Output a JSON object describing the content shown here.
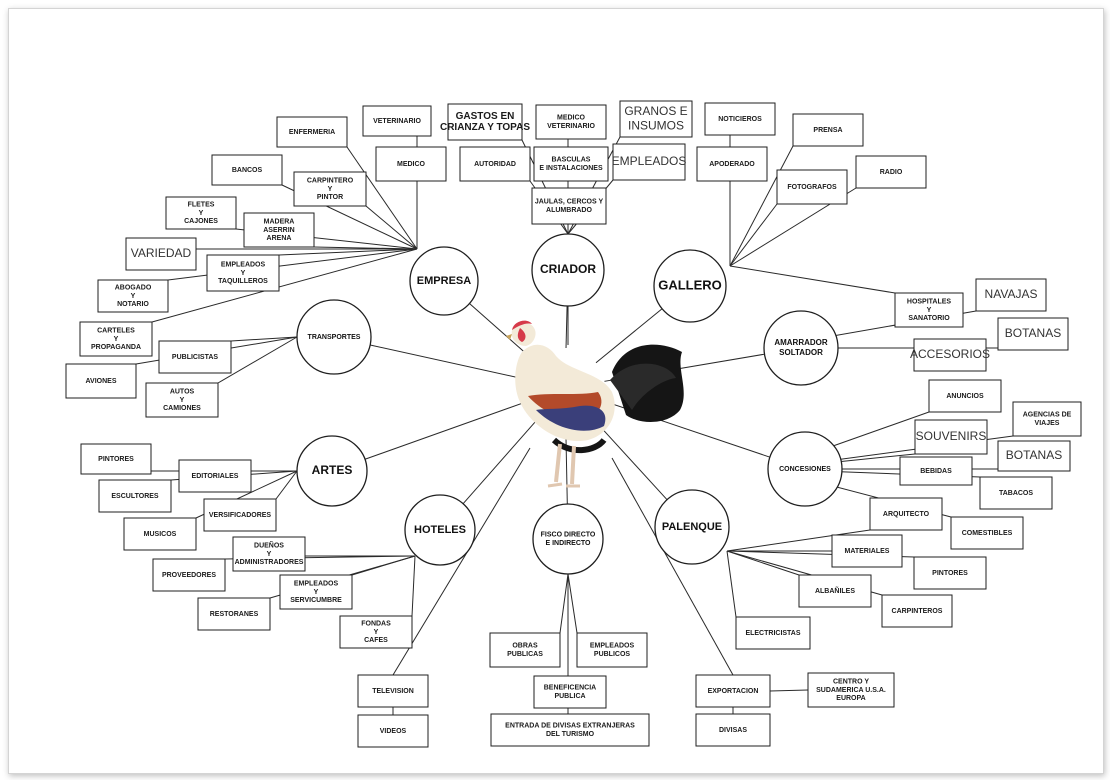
{
  "hubs": [
    {
      "id": "empresa",
      "label": [
        "EMPRESA"
      ]
    },
    {
      "id": "criador",
      "label": [
        "CRIADOR"
      ]
    },
    {
      "id": "gallero",
      "label": [
        "GALLERO"
      ]
    },
    {
      "id": "transportes",
      "label": [
        "TRANSPORTES"
      ]
    },
    {
      "id": "amarrador",
      "label": [
        "AMARRADOR",
        "SOLTADOR"
      ]
    },
    {
      "id": "artes",
      "label": [
        "ARTES"
      ]
    },
    {
      "id": "concesiones",
      "label": [
        "CONCESIONES"
      ]
    },
    {
      "id": "hoteles",
      "label": [
        "HOTELES"
      ]
    },
    {
      "id": "fisco",
      "label": [
        "FISCO DIRECTO",
        "E INDIRECTO"
      ]
    },
    {
      "id": "palenque",
      "label": [
        "PALENQUE"
      ]
    }
  ],
  "boxes": [
    {
      "id": "enfermeria",
      "hub": "empresa",
      "label": [
        "ENFERMERIA"
      ]
    },
    {
      "id": "veterinario",
      "hub": "empresa",
      "label": [
        "VETERINARIO"
      ]
    },
    {
      "id": "medico_e",
      "hub": "empresa",
      "label": [
        "MEDICO"
      ]
    },
    {
      "id": "bancos",
      "hub": "empresa",
      "label": [
        "BANCOS"
      ]
    },
    {
      "id": "carpintero",
      "hub": "empresa",
      "label": [
        "CARPINTERO",
        "Y",
        "PINTOR"
      ]
    },
    {
      "id": "fletes",
      "hub": "empresa",
      "label": [
        "FLETES",
        "Y",
        "CAJONES"
      ]
    },
    {
      "id": "madera",
      "hub": "empresa",
      "label": [
        "MADERA",
        "ASERRIN",
        "ARENA"
      ]
    },
    {
      "id": "variedad",
      "hub": "empresa",
      "label": [
        "VARIEDAD"
      ]
    },
    {
      "id": "empleados_t",
      "hub": "empresa",
      "label": [
        "EMPLEADOS",
        "Y",
        "TAQUILLEROS"
      ]
    },
    {
      "id": "abogado",
      "hub": "empresa",
      "label": [
        "ABOGADO",
        "Y",
        "NOTARIO"
      ]
    },
    {
      "id": "carteles",
      "hub": "empresa",
      "label": [
        "CARTELES",
        "Y",
        "PROPAGANDA"
      ]
    },
    {
      "id": "gastos",
      "hub": "criador",
      "label": [
        "GASTOS EN",
        "CRIANZA Y TOPAS"
      ]
    },
    {
      "id": "medico_v",
      "hub": "criador",
      "label": [
        "MEDICO",
        "VETERINARIO"
      ]
    },
    {
      "id": "granos",
      "hub": "criador",
      "label": [
        "GRANOS E",
        "INSUMOS"
      ]
    },
    {
      "id": "autoridad",
      "hub": "criador",
      "label": [
        "AUTORIDAD"
      ]
    },
    {
      "id": "basculas",
      "hub": "criador",
      "label": [
        "BASCULAS",
        "E INSTALACIONES"
      ]
    },
    {
      "id": "empleados_c",
      "hub": "criador",
      "label": [
        "EMPLEADOS"
      ]
    },
    {
      "id": "jaulas",
      "hub": "criador",
      "label": [
        "JAULAS, CERCOS Y",
        "ALUMBRADO"
      ]
    },
    {
      "id": "noticieros",
      "hub": "gallero",
      "label": [
        "NOTICIEROS"
      ]
    },
    {
      "id": "prensa",
      "hub": "gallero",
      "label": [
        "PRENSA"
      ]
    },
    {
      "id": "apoderado",
      "hub": "gallero",
      "label": [
        "APODERADO"
      ]
    },
    {
      "id": "radio",
      "hub": "gallero",
      "label": [
        "RADIO"
      ]
    },
    {
      "id": "fotografos",
      "hub": "gallero",
      "label": [
        "FOTOGRAFOS"
      ]
    },
    {
      "id": "hospitales",
      "hub": "gallero",
      "label": [
        "HOSPITALES",
        "Y",
        "SANATORIO"
      ]
    },
    {
      "id": "navajas",
      "hub": "amarrador",
      "label": [
        "NAVAJAS"
      ]
    },
    {
      "id": "botanas_a",
      "hub": "amarrador",
      "label": [
        "BOTANAS"
      ]
    },
    {
      "id": "accesorios",
      "hub": "amarrador",
      "label": [
        "ACCESORIOS"
      ]
    },
    {
      "id": "publicistas",
      "hub": "transportes",
      "label": [
        "PUBLICISTAS"
      ]
    },
    {
      "id": "aviones",
      "hub": "transportes",
      "label": [
        "AVIONES"
      ]
    },
    {
      "id": "autos",
      "hub": "transportes",
      "label": [
        "AUTOS",
        "Y",
        "CAMIONES"
      ]
    },
    {
      "id": "anuncios",
      "hub": "concesiones",
      "label": [
        "ANUNCIOS"
      ]
    },
    {
      "id": "agencias",
      "hub": "concesiones",
      "label": [
        "AGENCIAS DE",
        "VIAJES"
      ]
    },
    {
      "id": "souvenirs",
      "hub": "concesiones",
      "label": [
        "SOUVENIRS"
      ]
    },
    {
      "id": "botanas_c",
      "hub": "concesiones",
      "label": [
        "BOTANAS"
      ]
    },
    {
      "id": "bebidas",
      "hub": "concesiones",
      "label": [
        "BEBIDAS"
      ]
    },
    {
      "id": "tabacos",
      "hub": "concesiones",
      "label": [
        "TABACOS"
      ]
    },
    {
      "id": "pintores_a",
      "hub": "artes",
      "label": [
        "PINTORES"
      ]
    },
    {
      "id": "editoriales",
      "hub": "artes",
      "label": [
        "EDITORIALES"
      ]
    },
    {
      "id": "escultores",
      "hub": "artes",
      "label": [
        "ESCULTORES"
      ]
    },
    {
      "id": "versificadores",
      "hub": "artes",
      "label": [
        "VERSIFICADORES"
      ]
    },
    {
      "id": "musicos",
      "hub": "artes",
      "label": [
        "MUSICOS"
      ]
    },
    {
      "id": "duenos",
      "hub": "hoteles",
      "label": [
        "DUEÑOS",
        "Y",
        "ADMINISTRADORES"
      ]
    },
    {
      "id": "proveedores",
      "hub": "hoteles",
      "label": [
        "PROVEEDORES"
      ]
    },
    {
      "id": "empleados_s",
      "hub": "hoteles",
      "label": [
        "EMPLEADOS",
        "Y",
        "SERVICUMBRE"
      ]
    },
    {
      "id": "restoranes",
      "hub": "hoteles",
      "label": [
        "RESTORANES"
      ]
    },
    {
      "id": "fondas",
      "hub": "hoteles",
      "label": [
        "FONDAS",
        "Y",
        "CAFES"
      ]
    },
    {
      "id": "arquitecto",
      "hub": "palenque",
      "label": [
        "ARQUITECTO"
      ]
    },
    {
      "id": "comestibles",
      "hub": "concesiones",
      "label": [
        "COMESTIBLES"
      ]
    },
    {
      "id": "materiales",
      "hub": "palenque",
      "label": [
        "MATERIALES"
      ]
    },
    {
      "id": "pintores_p",
      "hub": "palenque",
      "label": [
        "PINTORES"
      ]
    },
    {
      "id": "albaniles",
      "hub": "palenque",
      "label": [
        "ALBAÑILES"
      ]
    },
    {
      "id": "carpinteros",
      "hub": "palenque",
      "label": [
        "CARPINTEROS"
      ]
    },
    {
      "id": "electricistas",
      "hub": "palenque",
      "label": [
        "ELECTRICISTAS"
      ]
    },
    {
      "id": "obras",
      "hub": "fisco",
      "label": [
        "OBRAS",
        "PUBLICAS"
      ]
    },
    {
      "id": "empleados_p",
      "hub": "fisco",
      "label": [
        "EMPLEADOS",
        "PUBLICOS"
      ]
    },
    {
      "id": "beneficencia",
      "hub": "fisco",
      "label": [
        "BENEFICENCIA",
        "PUBLICA"
      ]
    },
    {
      "id": "entrada",
      "hub": "fisco",
      "label": [
        "ENTRADA DE DIVISAS EXTRANJERAS",
        "DEL TURISMO"
      ]
    },
    {
      "id": "television",
      "hub": "center",
      "label": [
        "TELEVISION"
      ]
    },
    {
      "id": "videos",
      "hub": "television",
      "label": [
        "VIDEOS"
      ]
    },
    {
      "id": "exportacion",
      "hub": "center",
      "label": [
        "EXPORTACION"
      ]
    },
    {
      "id": "centro",
      "hub": "exportacion",
      "label": [
        "CENTRO Y",
        "SUDAMERICA  U.S.A.",
        "EUROPA"
      ]
    },
    {
      "id": "divisas",
      "hub": "exportacion",
      "label": [
        "DIVISAS"
      ]
    }
  ],
  "rooster": {
    "icon": "rooster-illustration",
    "colors": {
      "comb": "#d63a4a",
      "body": "#f3ead8",
      "wing": "#3a3f7a",
      "tail": "#151515",
      "legs": "#e0c7b0",
      "breast": "#b34a2a"
    }
  }
}
